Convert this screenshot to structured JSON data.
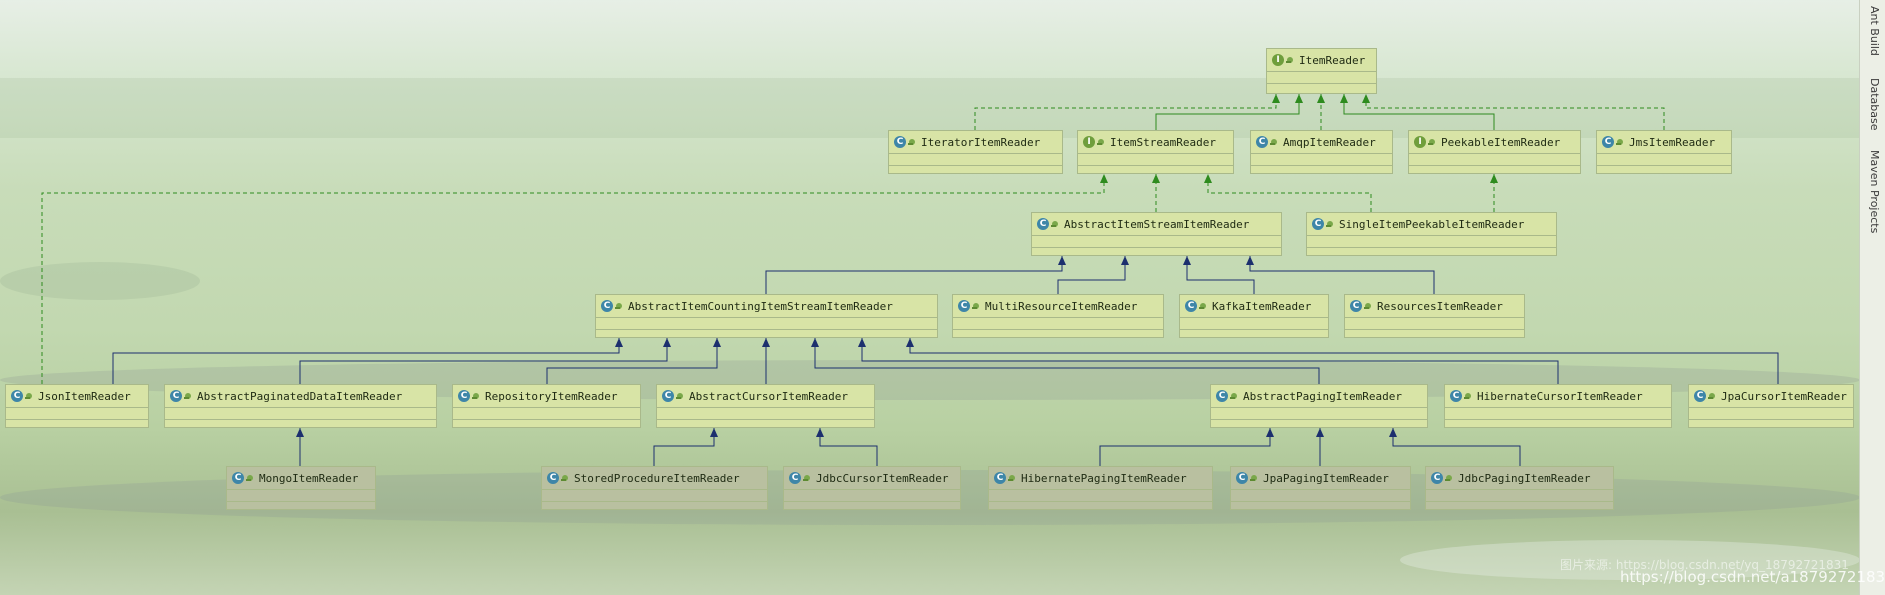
{
  "sidebar_tabs": [
    "Ant Build",
    "Database",
    "Maven Projects"
  ],
  "watermark": {
    "faint": "图片来源: https://blog.csdn.net/yq_18792721831",
    "main": "https://blog.csdn.net/a18792721831"
  },
  "nodes": [
    {
      "id": "n_itemreader",
      "label": "ItemReader",
      "kind": "i"
    },
    {
      "id": "n_iterator",
      "label": "IteratorItemReader",
      "kind": "c"
    },
    {
      "id": "n_itemstream",
      "label": "ItemStreamReader",
      "kind": "i"
    },
    {
      "id": "n_amqp",
      "label": "AmqpItemReader",
      "kind": "c"
    },
    {
      "id": "n_peekable",
      "label": "PeekableItemReader",
      "kind": "i"
    },
    {
      "id": "n_jms",
      "label": "JmsItemReader",
      "kind": "c"
    },
    {
      "id": "n_abs_stream",
      "label": "AbstractItemStreamItemReader",
      "kind": "c"
    },
    {
      "id": "n_single_peek",
      "label": "SingleItemPeekableItemReader",
      "kind": "c"
    },
    {
      "id": "n_abs_counting",
      "label": "AbstractItemCountingItemStreamItemReader",
      "kind": "c"
    },
    {
      "id": "n_multi",
      "label": "MultiResourceItemReader",
      "kind": "c"
    },
    {
      "id": "n_kafka",
      "label": "KafkaItemReader",
      "kind": "c"
    },
    {
      "id": "n_resources",
      "label": "ResourcesItemReader",
      "kind": "c"
    },
    {
      "id": "n_json",
      "label": "JsonItemReader",
      "kind": "c"
    },
    {
      "id": "n_abs_paginated",
      "label": "AbstractPaginatedDataItemReader",
      "kind": "c"
    },
    {
      "id": "n_repository",
      "label": "RepositoryItemReader",
      "kind": "c"
    },
    {
      "id": "n_abs_cursor",
      "label": "AbstractCursorItemReader",
      "kind": "c"
    },
    {
      "id": "n_abs_paging",
      "label": "AbstractPagingItemReader",
      "kind": "c"
    },
    {
      "id": "n_hib_cursor",
      "label": "HibernateCursorItemReader",
      "kind": "c"
    },
    {
      "id": "n_jpa_cursor",
      "label": "JpaCursorItemReader",
      "kind": "c"
    },
    {
      "id": "n_mongo",
      "label": "MongoItemReader",
      "kind": "c"
    },
    {
      "id": "n_stored",
      "label": "StoredProcedureItemReader",
      "kind": "c"
    },
    {
      "id": "n_jdbc_cursor",
      "label": "JdbcCursorItemReader",
      "kind": "c"
    },
    {
      "id": "n_hib_paging",
      "label": "HibernatePagingItemReader",
      "kind": "c"
    },
    {
      "id": "n_jpa_paging",
      "label": "JpaPagingItemReader",
      "kind": "c"
    },
    {
      "id": "n_jdbc_paging",
      "label": "JdbcPagingItemReader",
      "kind": "c"
    }
  ],
  "edges": [
    {
      "from": "n_iterator",
      "to": "n_itemreader",
      "type": "implements"
    },
    {
      "from": "n_itemstream",
      "to": "n_itemreader",
      "type": "extends-interface"
    },
    {
      "from": "n_amqp",
      "to": "n_itemreader",
      "type": "implements"
    },
    {
      "from": "n_peekable",
      "to": "n_itemreader",
      "type": "extends-interface"
    },
    {
      "from": "n_jms",
      "to": "n_itemreader",
      "type": "implements"
    },
    {
      "from": "n_json",
      "to": "n_itemstream",
      "type": "implements"
    },
    {
      "from": "n_abs_stream",
      "to": "n_itemstream",
      "type": "implements"
    },
    {
      "from": "n_single_peek",
      "to": "n_itemstream",
      "type": "implements"
    },
    {
      "from": "n_single_peek",
      "to": "n_peekable",
      "type": "implements"
    },
    {
      "from": "n_abs_counting",
      "to": "n_abs_stream",
      "type": "extends"
    },
    {
      "from": "n_multi",
      "to": "n_abs_stream",
      "type": "extends"
    },
    {
      "from": "n_kafka",
      "to": "n_abs_stream",
      "type": "extends"
    },
    {
      "from": "n_resources",
      "to": "n_abs_stream",
      "type": "extends"
    },
    {
      "from": "n_json",
      "to": "n_abs_counting",
      "type": "extends"
    },
    {
      "from": "n_abs_paginated",
      "to": "n_abs_counting",
      "type": "extends"
    },
    {
      "from": "n_repository",
      "to": "n_abs_counting",
      "type": "extends"
    },
    {
      "from": "n_abs_cursor",
      "to": "n_abs_counting",
      "type": "extends"
    },
    {
      "from": "n_abs_paging",
      "to": "n_abs_counting",
      "type": "extends"
    },
    {
      "from": "n_hib_cursor",
      "to": "n_abs_counting",
      "type": "extends"
    },
    {
      "from": "n_jpa_cursor",
      "to": "n_abs_counting",
      "type": "extends"
    },
    {
      "from": "n_mongo",
      "to": "n_abs_paginated",
      "type": "extends"
    },
    {
      "from": "n_stored",
      "to": "n_abs_cursor",
      "type": "extends"
    },
    {
      "from": "n_jdbc_cursor",
      "to": "n_abs_cursor",
      "type": "extends"
    },
    {
      "from": "n_hib_paging",
      "to": "n_abs_paging",
      "type": "extends"
    },
    {
      "from": "n_jpa_paging",
      "to": "n_abs_paging",
      "type": "extends"
    },
    {
      "from": "n_jdbc_paging",
      "to": "n_abs_paging",
      "type": "extends"
    }
  ],
  "colors": {
    "implements": "#2e8b1e",
    "extends": "#1c2f6e",
    "node_fill": "#d8e4a6",
    "node_fill_grey": "#b9c0a0"
  }
}
